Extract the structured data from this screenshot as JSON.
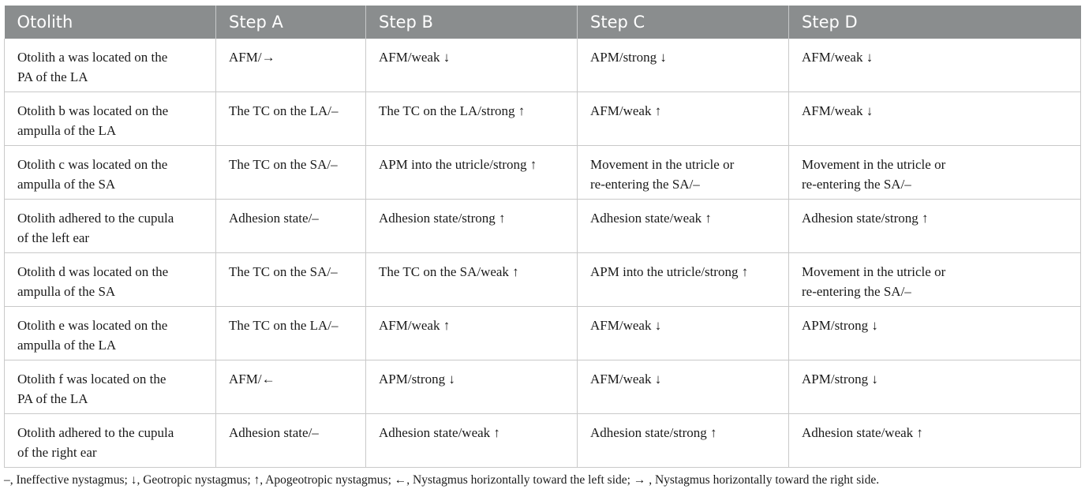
{
  "table": {
    "headers": [
      "Otolith",
      "Step A",
      "Step B",
      "Step C",
      "Step D"
    ],
    "rows": [
      [
        "Otolith a was located on the\nPA of the LA",
        "AFM/→",
        "AFM/weak ↓",
        "APM/strong ↓",
        "AFM/weak ↓"
      ],
      [
        "Otolith b was located on the\nampulla of the LA",
        "The TC on the LA/–",
        "The TC on the LA/strong ↑",
        "AFM/weak ↑",
        "AFM/weak ↓"
      ],
      [
        "Otolith c was located on the\nampulla of the SA",
        "The TC on the SA/–",
        "APM into the utricle/strong ↑",
        "Movement in the utricle or\nre-entering the SA/–",
        "Movement in the utricle or\nre-entering the SA/–"
      ],
      [
        "Otolith adhered to the cupula\nof the left ear",
        "Adhesion state/–",
        "Adhesion state/strong ↑",
        "Adhesion state/weak ↑",
        "Adhesion state/strong ↑"
      ],
      [
        "Otolith d was located on the\nampulla of the SA",
        "The TC on the SA/–",
        "The TC on the SA/weak ↑",
        "APM into the utricle/strong ↑",
        "Movement in the utricle or\nre-entering the SA/–"
      ],
      [
        "Otolith e was located on the\nampulla of the LA",
        "The TC on the LA/–",
        "AFM/weak ↑",
        "AFM/weak ↓",
        "APM/strong ↓"
      ],
      [
        "Otolith f was located on the\nPA of the LA",
        "AFM/←",
        "APM/strong ↓",
        "AFM/weak ↓",
        "APM/strong ↓"
      ],
      [
        "Otolith adhered to the cupula\nof the right ear",
        "Adhesion state/–",
        "Adhesion state/weak ↑",
        "Adhesion state/strong ↑",
        "Adhesion state/weak ↑"
      ]
    ]
  },
  "footnote": "–, Ineffective nystagmus; ↓, Geotropic nystagmus; ↑, Apogeotropic nystagmus; ←, Nystagmus horizontally toward the left side; → , Nystagmus horizontally toward the right side."
}
